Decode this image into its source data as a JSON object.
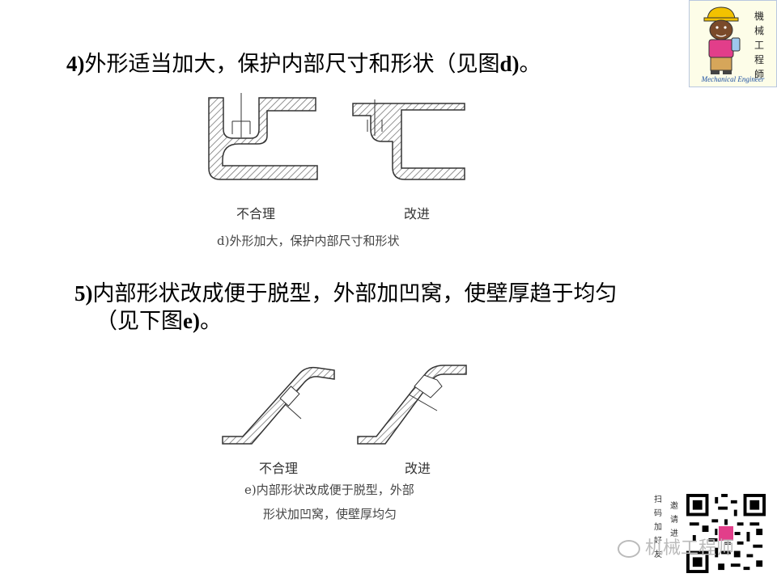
{
  "item4": {
    "number": "4)",
    "text": "外形适当加大，保护内部尺寸和形状（见图",
    "ref": "d)",
    "end": "。"
  },
  "figure_d": {
    "left_label": "不合理",
    "right_label": "改进",
    "caption": "d)外形加大，保护内部尺寸和形状"
  },
  "item5": {
    "number": "5)",
    "line1": "内部形状改成便于脱型，外部加凹窝，使壁厚趋于均匀",
    "line2_pre": "（见下图",
    "ref": "e)",
    "line2_end": "。"
  },
  "figure_e": {
    "left_label": "不合理",
    "right_label": "改进",
    "caption_line1": "e)内部形状改成便于脱型，外部",
    "caption_line2": "形状加凹窝，使壁厚均匀"
  },
  "logo": {
    "vertical_text": [
      "機",
      "械",
      "工",
      "程",
      "師"
    ],
    "caption": "Mechanical Engineer"
  },
  "qr": {
    "col1": [
      "扫",
      "码",
      "加",
      "好",
      "友"
    ],
    "col2": [
      "邀",
      "请",
      "进"
    ]
  },
  "watermark": "机械工程师",
  "colors": {
    "hatch": "#777777",
    "outline": "#333333",
    "logo_caption": "#1a4ea0"
  }
}
